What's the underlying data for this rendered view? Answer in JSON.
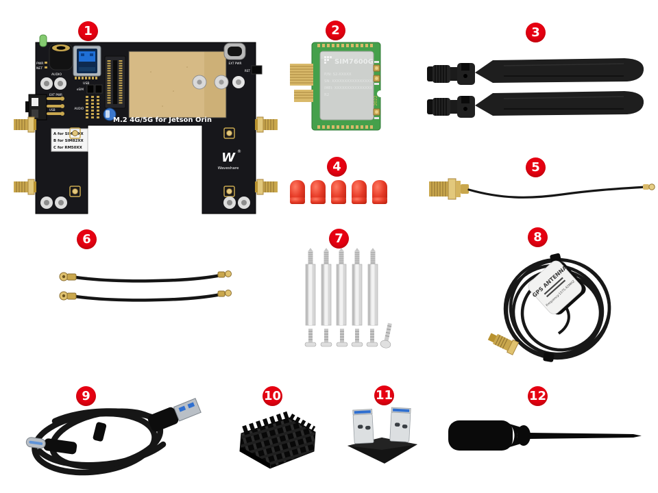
{
  "badges": [
    "1",
    "2",
    "3",
    "4",
    "5",
    "6",
    "7",
    "8",
    "9",
    "10",
    "11",
    "12"
  ],
  "board": {
    "title": "M.2 4G/5G for Jetson Orin",
    "brand_mark": "W",
    "reg_mark": "®",
    "brand": "Waveshare",
    "sticker": [
      "A for SIM76XX",
      "B for SIM82XX",
      "C for RM50XX"
    ],
    "labels": {
      "pwr": "PWR",
      "net": "NET",
      "audio": "AUDIO",
      "usb_port": "USB",
      "ext_pwr_switch": "EXT PWR",
      "usb_switch": "USB",
      "esim": "eSIM",
      "audio_header": "AUDIO",
      "ext_pwr_port": "EXT PWR",
      "rst": "RST"
    }
  },
  "module": {
    "model": "SIM7600G",
    "part_number": "P/N: S2-XXXXX",
    "serial": "SN: XXXXXXXXXXXXXXXX",
    "imei": "IMEI: XXXXXXXXXXXXXXX",
    "revision": "R2",
    "year": "2022"
  },
  "gps_antenna": {
    "label": "GPS ANTENNA",
    "frequency": "Frequency:1575.42MHZ"
  },
  "colors": {
    "badge_red": "#e60012",
    "pcb_black": "#17171b",
    "gold": "#d0ac55",
    "copper_pad": "#d6ba85",
    "cap_red": "#e63b27",
    "module_green": "#45a04b",
    "usb_blue": "#2f6fd0"
  }
}
